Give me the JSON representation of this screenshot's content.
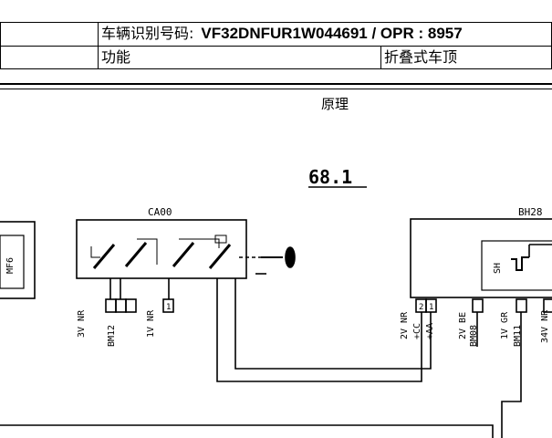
{
  "header": {
    "vin_label": "车辆识别号码:",
    "vin_value": "VF32DNFUR1W044691 / OPR : 8957",
    "function_label": "功能",
    "function_value": "折叠式车顶"
  },
  "section_title": "原理",
  "diagram": {
    "page_number": "68.1",
    "labels": {
      "ca00": "CA00",
      "bh28": "BH28",
      "sh": "SH",
      "bm12": "BM12",
      "bm08": "BM08",
      "bm11": "BM11",
      "w3v_nr": "3V NR",
      "w1v_nr": "1V NR",
      "w2v_nr": "2V NR",
      "cc": "+CC",
      "aa": "+AA",
      "w2v_be": "2V BE",
      "w1v_gr": "1V GR",
      "w34v_nr": "34V NR",
      "pin1": "1",
      "pin2": "2",
      "left_text": "MF6"
    }
  }
}
